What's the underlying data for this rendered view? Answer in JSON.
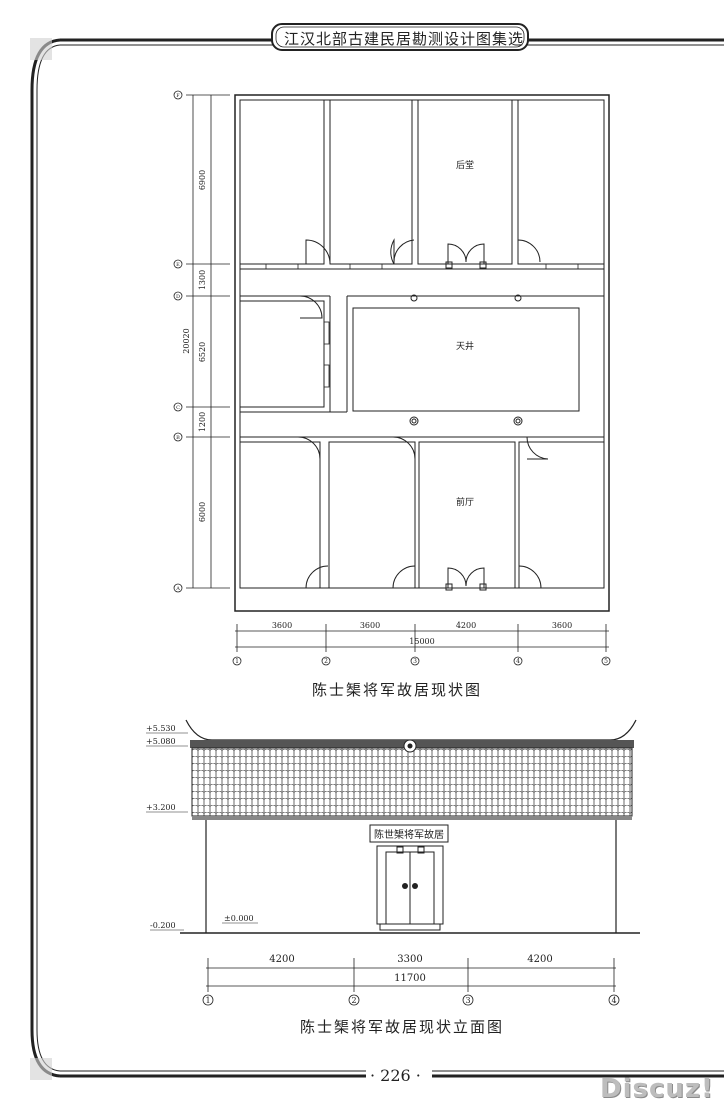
{
  "book_title": "江汉北部古建民居勘测设计图集选",
  "plan": {
    "caption": "陈士榘将军故居现状图",
    "rooms": {
      "back_hall": "后堂",
      "courtyard": "天井",
      "front_hall": "前厅"
    },
    "vertical_dims": [
      "6900",
      "1300",
      "6520",
      "1200",
      "6000"
    ],
    "vertical_total": "20020",
    "horizontal_dims": [
      "3600",
      "3600",
      "4200",
      "3600"
    ],
    "horizontal_total": "15000",
    "row_axes": [
      "F",
      "E",
      "D",
      "C",
      "B",
      "A"
    ],
    "column_axes": [
      "1",
      "2",
      "3",
      "4",
      "5"
    ]
  },
  "elevation": {
    "caption": "陈士榘将军故居现状立面图",
    "sign": "陈世榘将军故居",
    "levels": [
      "+5.530",
      "+5.080",
      "+3.200",
      "±0.000",
      "-0.200"
    ],
    "horizontal_dims": [
      "4200",
      "3300",
      "4200"
    ],
    "horizontal_total": "11700",
    "column_axes": [
      "1",
      "2",
      "3",
      "4"
    ]
  },
  "page_number": "· 226 ·",
  "watermark": "Discuz!"
}
